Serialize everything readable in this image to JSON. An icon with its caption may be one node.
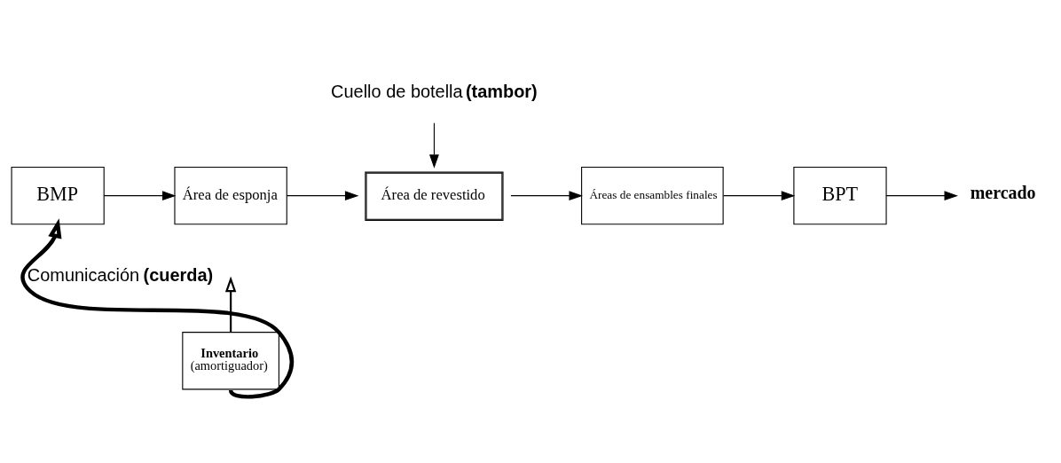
{
  "diagram": {
    "nodes": [
      {
        "text": [
          "BMP"
        ]
      },
      {
        "text": [
          "Área de esponja"
        ]
      },
      {
        "text": [
          "Área de revestido"
        ]
      },
      {
        "text": [
          "Áreas de ensambles finales"
        ]
      },
      {
        "text": [
          "BPT"
        ]
      },
      {
        "text": [
          "mercado"
        ]
      },
      {
        "text": [
          "**Inventario**",
          "(amortiguador)"
        ]
      },
      {
        "text": [
          "Cuello de botella **(tambor)**"
        ]
      }
    ],
    "edges": [
      {
        "from": 0,
        "to": 1,
        "arrow": "to"
      },
      {
        "from": 1,
        "to": 2,
        "arrow": "to"
      },
      {
        "from": 2,
        "to": 3,
        "arrow": "to"
      },
      {
        "from": 3,
        "to": 4,
        "arrow": "to"
      },
      {
        "from": 4,
        "to": 5,
        "arrow": "to"
      },
      {
        "from": 7,
        "to": 2,
        "arrow": "to"
      },
      {
        "from": 6,
        "to": null,
        "arrow": "to"
      },
      {
        "from": 6,
        "to": 0,
        "arrow": "to",
        "label": "Comunicación **(cuerda)**",
        "style": "thick"
      }
    ]
  }
}
